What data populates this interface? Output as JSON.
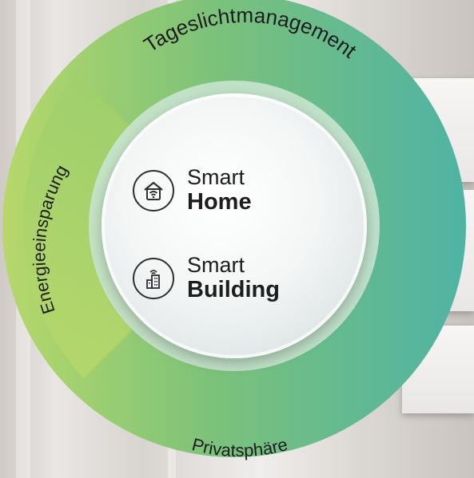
{
  "ring": {
    "segment_top": "Tageslichtmanagement",
    "segment_left": "Energieeinsparung",
    "segment_bottom": "Privatsphäre"
  },
  "center": {
    "home": {
      "line1": "Smart",
      "line2": "Home",
      "icon": "smart-home-icon"
    },
    "building": {
      "line1": "Smart",
      "line2": "Building",
      "icon": "smart-building-icon"
    }
  },
  "colors": {
    "ring_light_green": "#a9d36a",
    "ring_mid_green": "#7cc27a",
    "ring_teal": "#57b7a6",
    "text_dark": "#1d1d1d"
  }
}
